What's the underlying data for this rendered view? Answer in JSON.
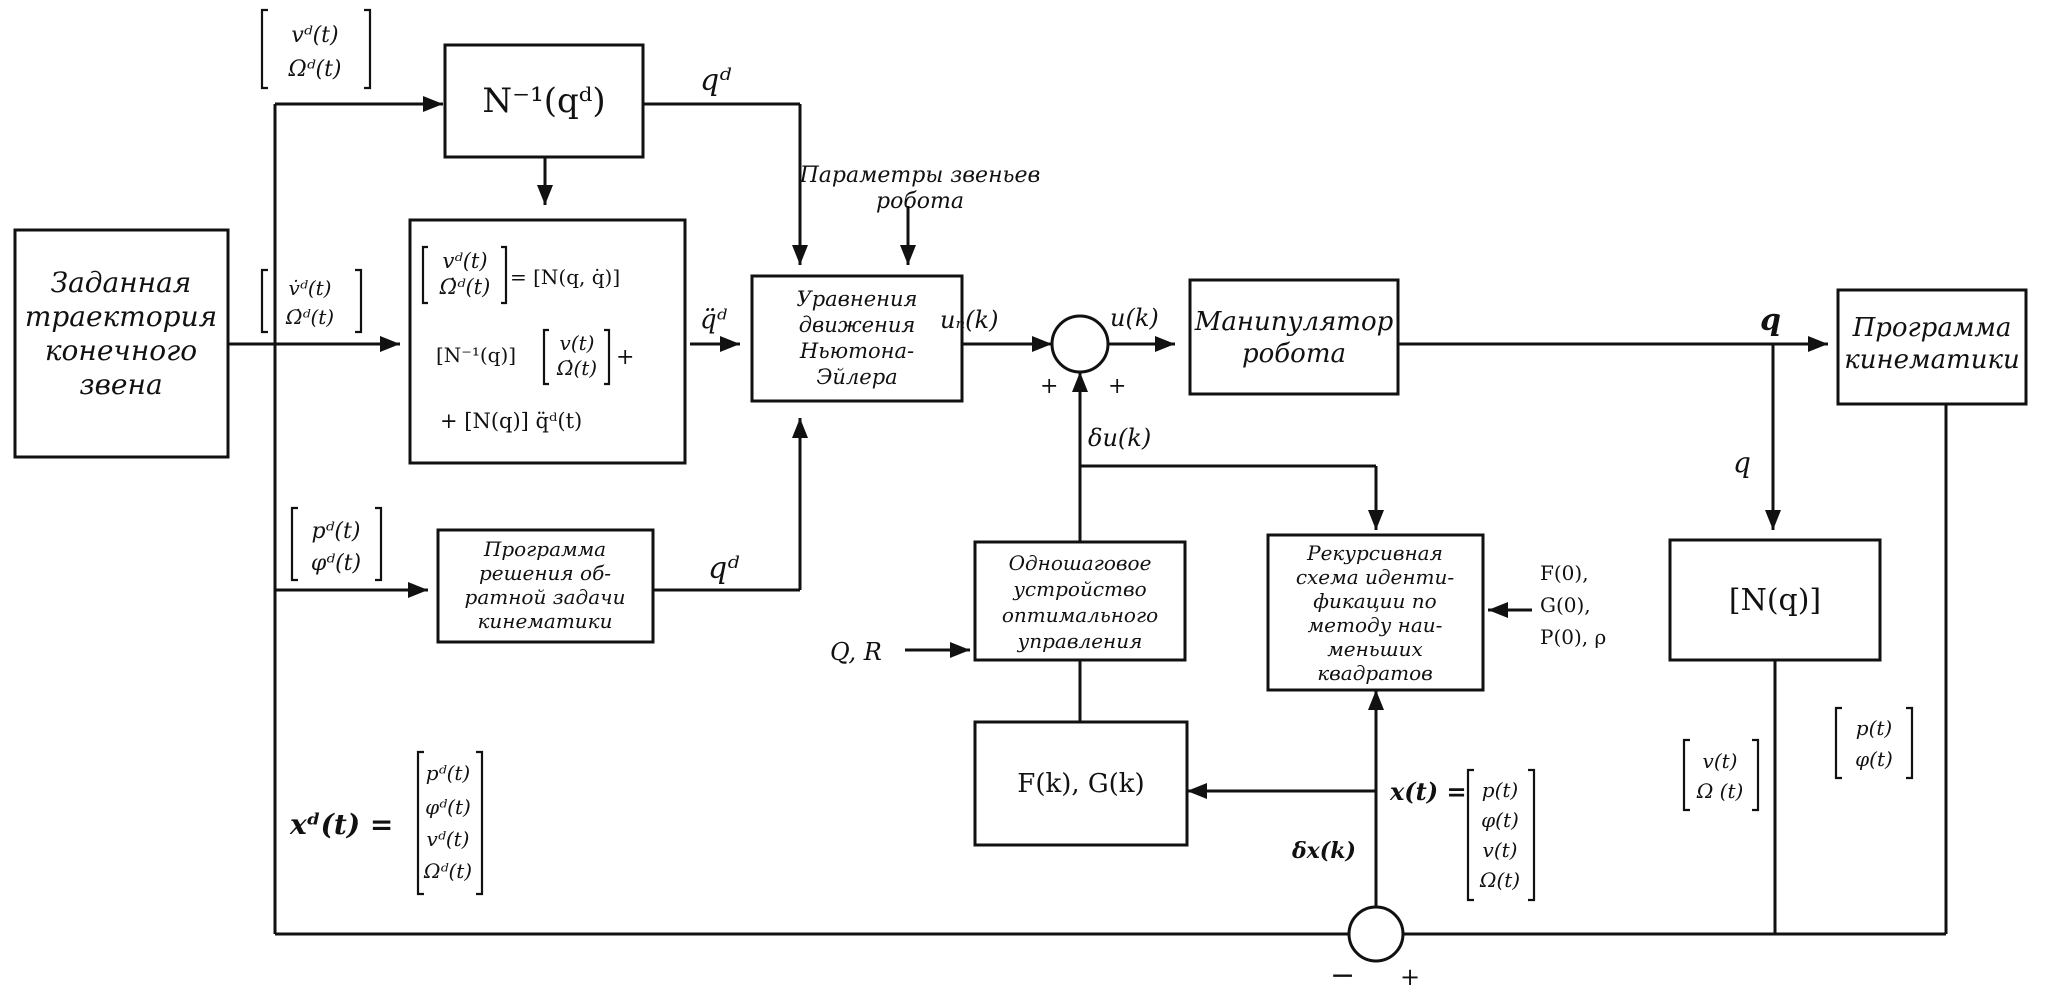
{
  "blocks": {
    "trajectory": [
      "Заданная",
      "траектория",
      "конечного",
      "звена"
    ],
    "inv_jacobian": "N⁻¹(qᵈ)",
    "accel_eq": {
      "lhs_top": "vᵈ(t)",
      "lhs_bottom": "Ω̇ᵈ(t)",
      "eq_rhs": "= [N(q, q̇)]",
      "line2_pre": "[N⁻¹(q)]",
      "line2_vec_top": "v(t)",
      "line2_vec_bottom": "Ω̇(t)",
      "line2_post": "+",
      "line3": "+ [N(q)] q̈ᵈ(t)"
    },
    "newton_euler": [
      "Уравнения",
      "движения",
      "Ньютона-",
      "Эйлера"
    ],
    "link_params": [
      "Параметры звеньев",
      "робота"
    ],
    "manipulator": [
      "Манипулятор",
      "робота"
    ],
    "kinematics_prog": [
      "Программа",
      "кинематики"
    ],
    "inverse_kin": [
      "Программа",
      "решения об-",
      "ратной задачи",
      "кинематики"
    ],
    "optimal_ctrl": [
      "Одношаговое",
      "устройство",
      "оптимального",
      "управления"
    ],
    "ls_ident": [
      "Рекурсивная",
      "схема иденти-",
      "фикации по",
      "методу наи-",
      "меньших",
      "квадратов"
    ],
    "fg_block": "F(k), G(k)",
    "nq_block": "[N(q)]"
  },
  "labels": {
    "vel_vec": [
      "vᵈ(t)",
      "Ωᵈ(t)"
    ],
    "acc_vec": [
      "v̇ᵈ(t)",
      "Ω̇ᵈ(t)"
    ],
    "pos_vec": [
      "pᵈ(t)",
      "φᵈ(t)"
    ],
    "qd_top": "qᵈ",
    "qdd": "q̈ᵈ",
    "qd_bottom": "qᵈ",
    "un_k": "uₙ(k)",
    "u_k": "u(k)",
    "du_k": "δu(k)",
    "q_main": "q",
    "q_branch": "q",
    "qr": "Q, R",
    "init_params": [
      "F(0),",
      "G(0),",
      "P(0), ρ"
    ],
    "xd_label": "xᵈ(t) =",
    "xd_vec": [
      "pᵈ(t)",
      "φᵈ(t)",
      "vᵈ(t)",
      "Ωᵈ(t)"
    ],
    "dx_k": "δx(k)",
    "x_label": "x(t) =",
    "x_vec": [
      "p(t)",
      "φ(t)",
      "v(t)",
      "Ω(t)"
    ],
    "v_vec": [
      "v(t)",
      "Ω (t)"
    ],
    "p_vec": [
      "p(t)",
      "φ(t)"
    ],
    "plus1": "+",
    "plus2": "+",
    "plus3": "+",
    "minus": "−"
  }
}
